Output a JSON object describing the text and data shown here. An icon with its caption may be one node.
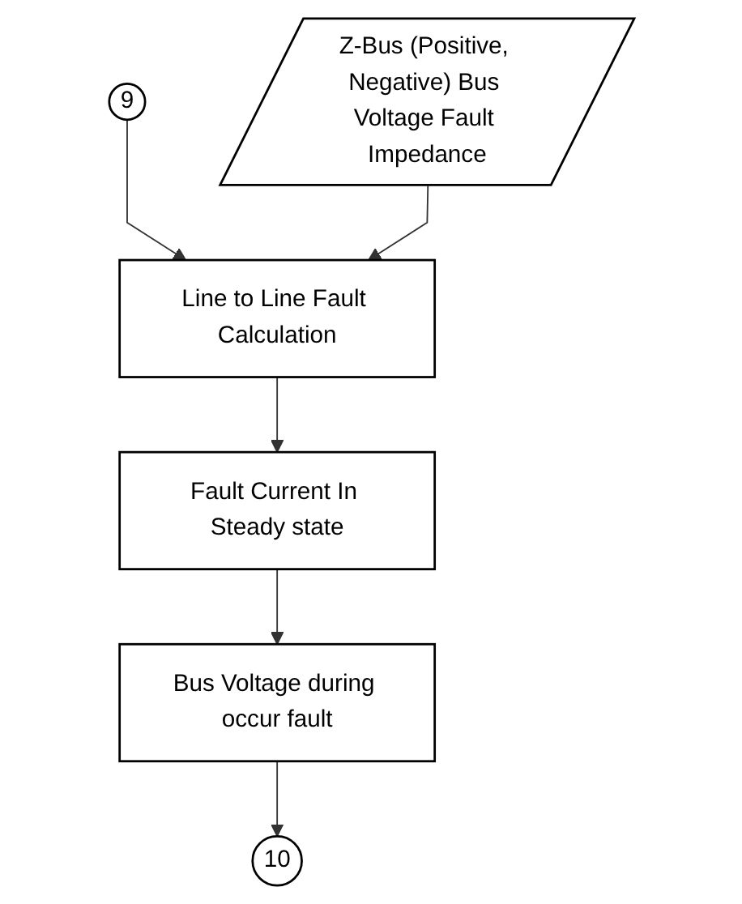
{
  "diagram": {
    "nodes": [
      {
        "text": [
          "9"
        ]
      },
      {
        "text": [
          "Line to Line Fault Calculation"
        ]
      },
      {
        "text": [
          "Z-Bus (Positive, Negative) Bus Voltage Fault Impedance"
        ]
      },
      {
        "text": [
          "Fault Current In Steady state"
        ]
      },
      {
        "text": [
          "Bus Voltage during occur fault"
        ]
      },
      {
        "text": [
          "10"
        ]
      }
    ],
    "edges": [
      {
        "from": 0,
        "to": 1,
        "arrow": "to"
      },
      {
        "from": 2,
        "to": 1,
        "arrow": "to"
      },
      {
        "from": 1,
        "to": 3,
        "arrow": "to"
      },
      {
        "from": 3,
        "to": 4,
        "arrow": "to"
      },
      {
        "from": 4,
        "to": 5,
        "arrow": "to"
      }
    ]
  }
}
